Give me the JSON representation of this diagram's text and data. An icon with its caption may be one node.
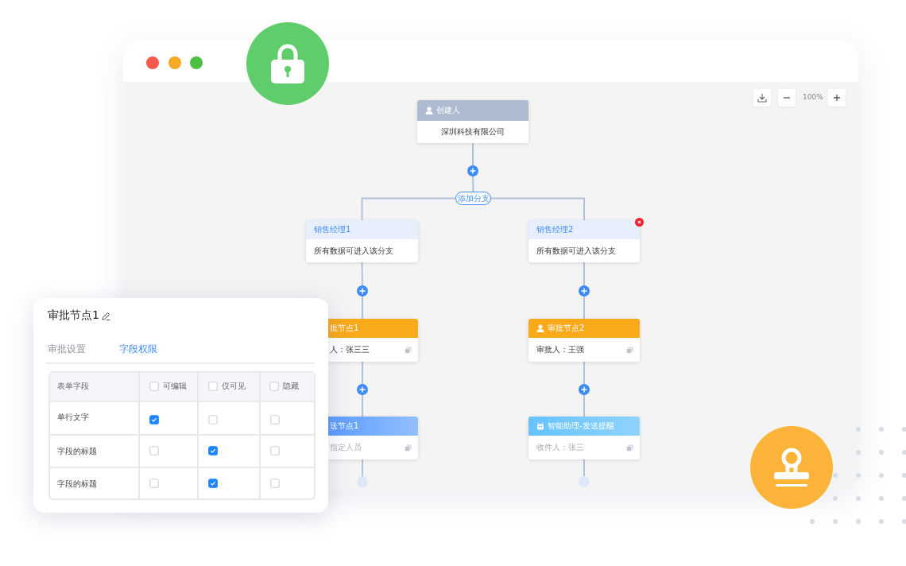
{
  "diagram": {
    "nodes": [
      {
        "text": [
          "创建人",
          "深圳科技有限公司"
        ]
      },
      {
        "text": [],
        "shape": "circle"
      },
      {
        "text": [
          "添加分支"
        ]
      },
      {
        "text": [
          "销售经理1",
          "所有数据可进入该分支"
        ]
      },
      {
        "text": [
          "销售经理2",
          "所有数据可进入该分支"
        ]
      },
      {
        "text": [],
        "shape": "circle"
      },
      {
        "text": [],
        "shape": "circle"
      },
      {
        "text": [
          "批节点1",
          "人：张三三"
        ]
      },
      {
        "text": [
          "审批节点2",
          "审批人：王强"
        ]
      },
      {
        "text": [],
        "shape": "circle"
      },
      {
        "text": [],
        "shape": "circle"
      },
      {
        "text": [
          "送节点1",
          "指定人员"
        ]
      },
      {
        "text": [
          "智能助理-发送提醒",
          "收件人：张三"
        ]
      },
      {
        "text": [],
        "shape": "circle"
      },
      {
        "text": [],
        "shape": "circle"
      }
    ],
    "edges": [
      {
        "from": 0,
        "to": 1,
        "arrow": "none"
      },
      {
        "from": 1,
        "to": 2,
        "arrow": "none"
      },
      {
        "from": 2,
        "to": 3,
        "arrow": "none"
      },
      {
        "from": 2,
        "to": 4,
        "arrow": "none"
      },
      {
        "from": 3,
        "to": 5,
        "arrow": "none"
      },
      {
        "from": 5,
        "to": 7,
        "arrow": "none"
      },
      {
        "from": 7,
        "to": 9,
        "arrow": "none"
      },
      {
        "from": 9,
        "to": 11,
        "arrow": "none"
      },
      {
        "from": 11,
        "to": 13,
        "arrow": "none"
      },
      {
        "from": 4,
        "to": 6,
        "arrow": "none"
      },
      {
        "from": 6,
        "to": 8,
        "arrow": "none"
      },
      {
        "from": 8,
        "to": 10,
        "arrow": "none"
      },
      {
        "from": 10,
        "to": 12,
        "arrow": "none"
      },
      {
        "from": 12,
        "to": 14,
        "arrow": "none"
      }
    ],
    "labels": [
      "100%",
      "审批节点1",
      "审批设置",
      "字段权限",
      "表单字段",
      "可编辑",
      "仅可见",
      "隐藏",
      "单行文字",
      "字段的标题",
      "字段的标题"
    ]
  }
}
